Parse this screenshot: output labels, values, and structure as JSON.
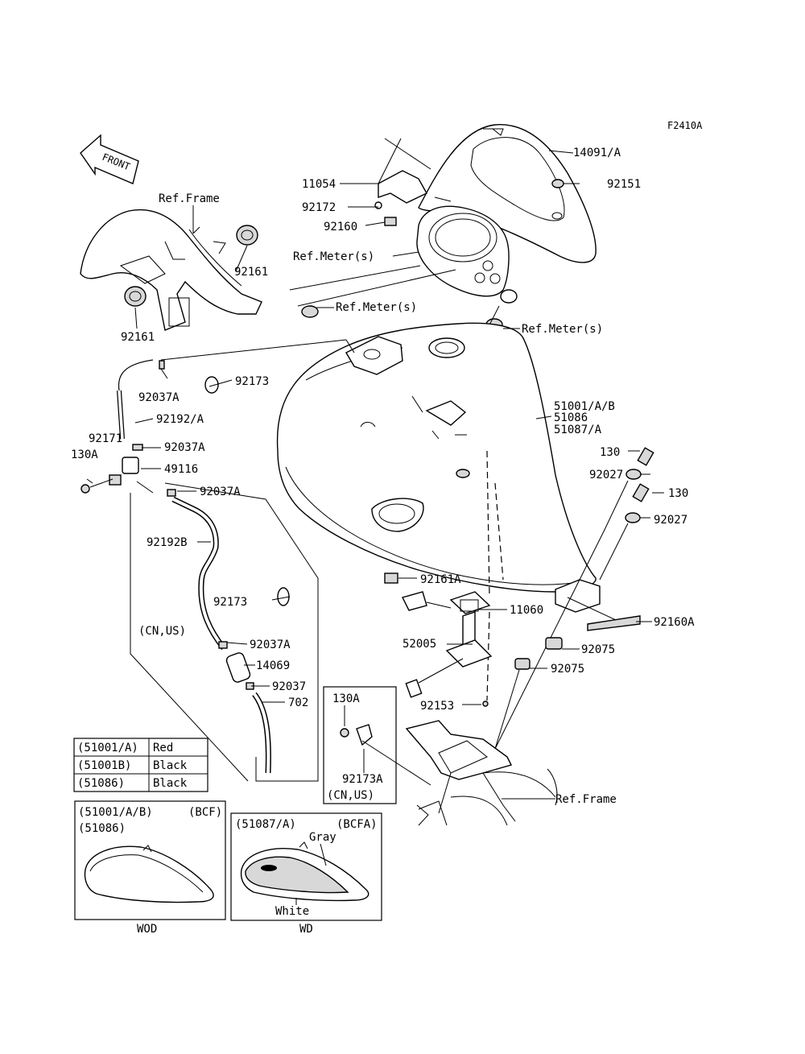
{
  "figure_code": "F2410A",
  "front_label": "FRONT",
  "callouts": {
    "c14091": "14091/A",
    "c92151": "92151",
    "c11054": "11054",
    "c92172": "92172",
    "c92160": "92160",
    "c_ref_meter_1": "Ref.Meter(s)",
    "c_ref_meter_2": "Ref.Meter(s)",
    "c_ref_meter_3": "Ref.Meter(s)",
    "c_ref_frame_1": "Ref.Frame",
    "c_ref_frame_2": "Ref.Frame",
    "c92161_a": "92161",
    "c92161_b": "92161",
    "c92037A_1": "92037A",
    "c92173_1": "92173",
    "c92192A": "92192/A",
    "c92171": "92171",
    "c130A_1": "130A",
    "c92037A_2": "92037A",
    "c49116": "49116",
    "c92037A_3": "92037A",
    "c92192B": "92192B",
    "c92173_2": "92173",
    "c_cn_us_1": "(CN,US)",
    "c92037A_4": "92037A",
    "c14069": "14069",
    "c92037": "92037",
    "c702": "702",
    "c51001": "51001/A/B",
    "c51086": "51086",
    "c51087": "51087/A",
    "c130_1": "130",
    "c92027_1": "92027",
    "c130_2": "130",
    "c92027_2": "92027",
    "c92161A": "92161A",
    "c11060": "11060",
    "c92160A": "92160A",
    "c52005": "52005",
    "c92075_1": "92075",
    "c92075_2": "92075",
    "c92153": "92153",
    "c130A_2": "130A",
    "c92173A": "92173A",
    "c_cn_us_2": "(CN,US)"
  },
  "color_table": [
    {
      "part": "(51001/A)",
      "color": "Red"
    },
    {
      "part": "(51001B)",
      "color": "Black"
    },
    {
      "part": "(51086)",
      "color": "Black"
    }
  ],
  "inset_left": {
    "line1": "(51001/A/B)",
    "code": "(BCF)",
    "line2": "(51086)",
    "caption": "WOD"
  },
  "inset_right": {
    "line1": "(51087/A)",
    "code": "(BCFA)",
    "gray": "Gray",
    "white": "White",
    "caption": "WD"
  }
}
